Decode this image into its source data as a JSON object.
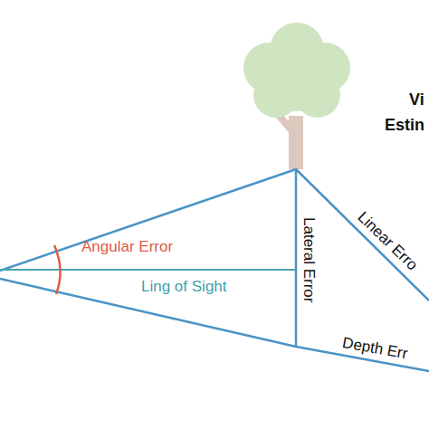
{
  "diagram": {
    "labels": [
      "Vi",
      "Estin",
      "Angular Error",
      "Ling of Sight",
      "Lateral Error",
      "Linear Erro",
      "Depth Err"
    ]
  }
}
